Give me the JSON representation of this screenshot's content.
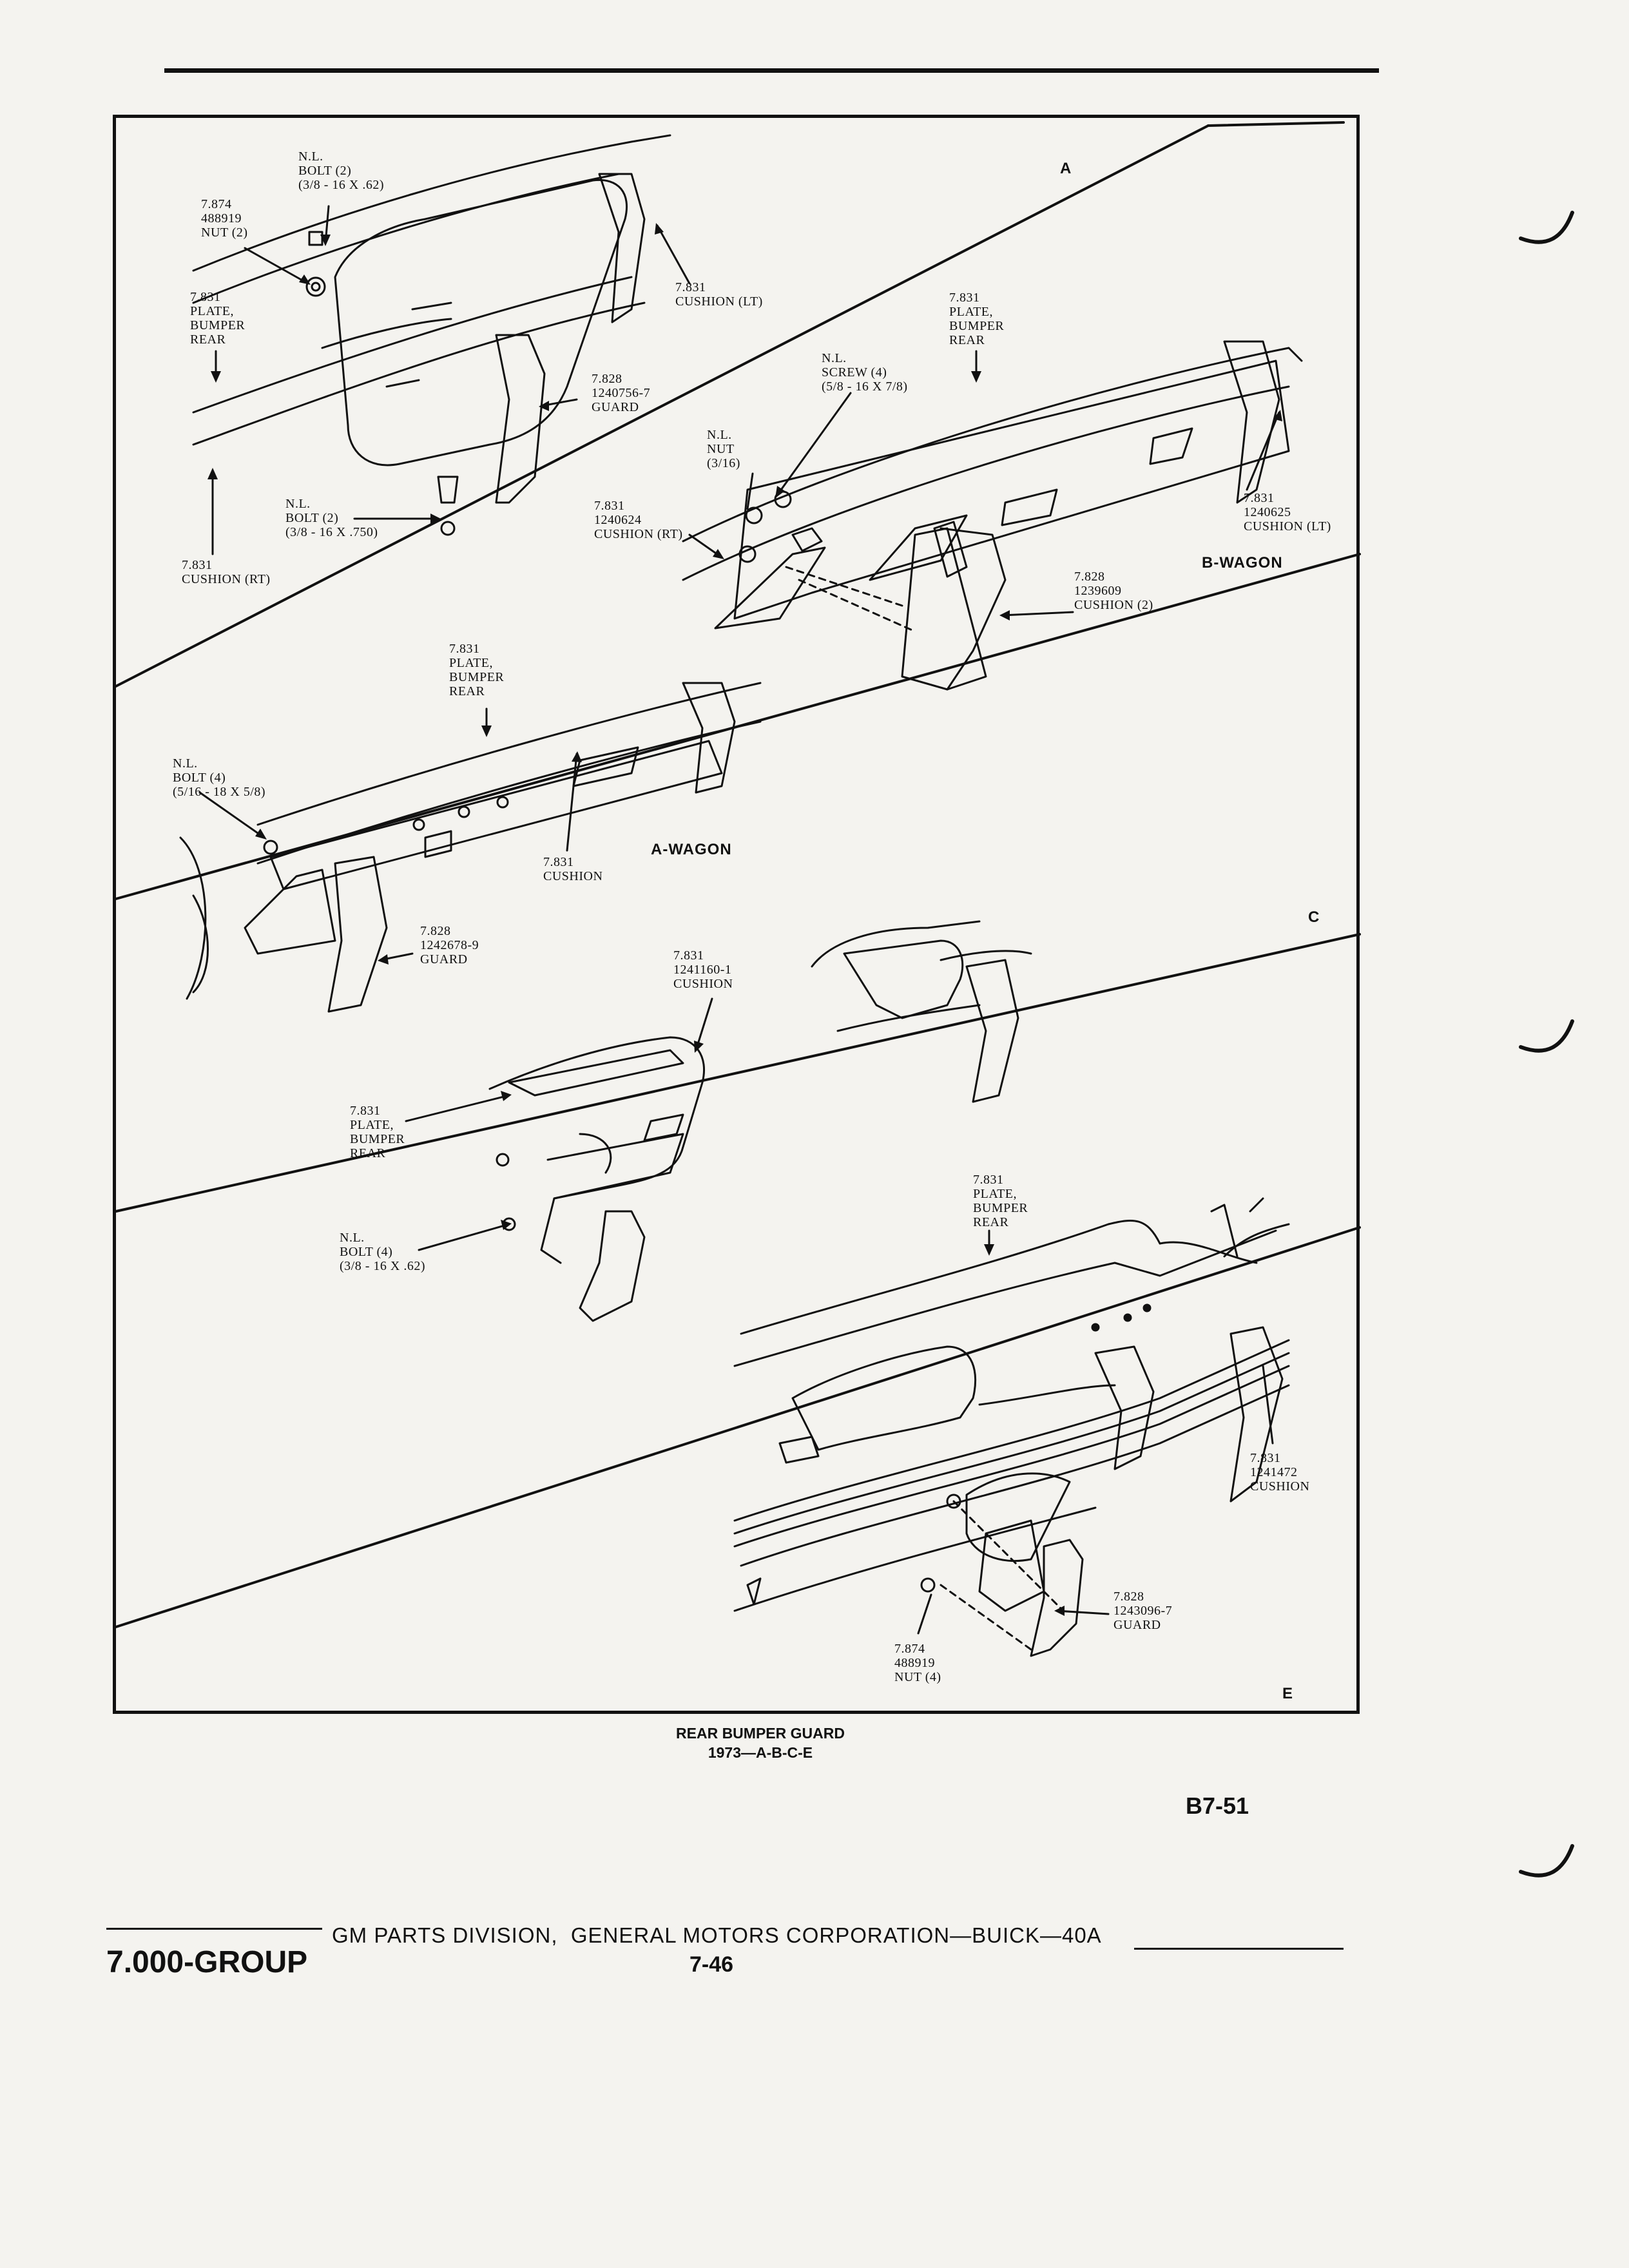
{
  "views": {
    "a": "A",
    "b_wagon": "B-WAGON",
    "a_wagon": "A-WAGON",
    "c": "C",
    "e": "E"
  },
  "callouts": {
    "a_bolt": [
      "N.L.",
      "BOLT (2)",
      "(3/8 - 16 x .62)"
    ],
    "a_nut": [
      "7.874",
      "488919",
      "NUT (2)"
    ],
    "a_plate": [
      "7.831",
      "PLATE,",
      "BUMPER",
      "REAR"
    ],
    "a_cushion_lt": [
      "7.831",
      "CUSHION (LT)"
    ],
    "a_guard": [
      "7.828",
      "1240756-7",
      "GUARD"
    ],
    "a_bolt2": [
      "N.L.",
      "BOLT (2)",
      "(3/8 - 16 x .750)"
    ],
    "a_cushion_rt": [
      "7.831",
      "CUSHION (RT)"
    ],
    "bw_plate": [
      "7.831",
      "PLATE,",
      "BUMPER",
      "REAR"
    ],
    "bw_screw": [
      "N.L.",
      "SCREW (4)",
      "(5/8 - 16 x 7/8)"
    ],
    "bw_nut": [
      "N.L.",
      "NUT",
      "(3/16)"
    ],
    "bw_cushion_rt": [
      "7.831",
      "1240624",
      "CUSHION (RT)"
    ],
    "bw_cushion_lt": [
      "7.831",
      "1240625",
      "CUSHION (LT)"
    ],
    "bw_cushion2": [
      "7.828",
      "1239609",
      "CUSHION (2)"
    ],
    "aw_plate": [
      "7.831",
      "PLATE,",
      "BUMPER",
      "REAR"
    ],
    "aw_bolt": [
      "N.L.",
      "BOLT (4)",
      "(5/16 - 18 x 5/8)"
    ],
    "aw_cushion": [
      "7.831",
      "CUSHION"
    ],
    "aw_guard": [
      "7.828",
      "1242678-9",
      "GUARD"
    ],
    "c_cushion": [
      "7.831",
      "1241160-1",
      "CUSHION"
    ],
    "c_plate": [
      "7.831",
      "PLATE,",
      "BUMPER",
      "REAR"
    ],
    "c_bolt": [
      "N.L.",
      "BOLT (4)",
      "(3/8 - 16 x .62)"
    ],
    "e_plate": [
      "7.831",
      "PLATE,",
      "BUMPER",
      "REAR"
    ],
    "e_cushion": [
      "7.831",
      "1241472",
      "CUSHION"
    ],
    "e_guard": [
      "7.828",
      "1243096-7",
      "GUARD"
    ],
    "e_nut": [
      "7.874",
      "488919",
      "NUT (4)"
    ]
  },
  "caption": {
    "title": "REAR BUMPER GUARD",
    "subtitle": "1973—A-B-C-E"
  },
  "figure_id": "B7-51",
  "footer": {
    "group": "7.000-GROUP",
    "line": "GM PARTS DIVISION,  GENERAL MOTORS CORPORATION—BUICK—40A",
    "page": "7-46"
  }
}
